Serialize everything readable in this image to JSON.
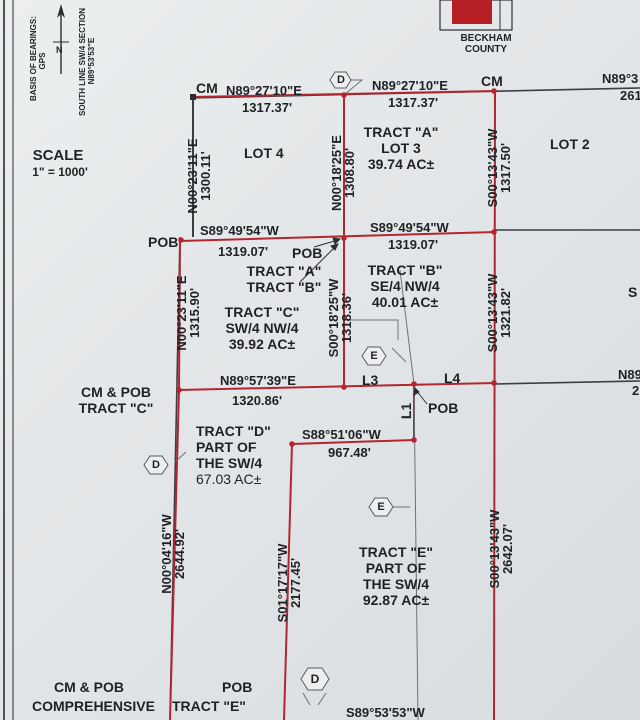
{
  "legend": {
    "basis_line1": "BASIS OF BEARINGS:",
    "basis_line2": "GPS",
    "south_line1": "SOUTH LINE SW/4 SECTION",
    "south_line2": "N89°53'53\"E",
    "north_arrow_label": "N"
  },
  "county": {
    "line1": "BECKHAM",
    "line2": "COUNTY",
    "map_fill": "#b51f24"
  },
  "scale": {
    "title": "SCALE",
    "value": "1\" = 1000'"
  },
  "corners": {
    "cm_left": "CM",
    "cm_mid": "CM"
  },
  "top_line": {
    "bearing_left": "N89°27'10\"E",
    "dist_left": "1317.37'",
    "bearing_right": "N89°27'10\"E",
    "dist_right": "1317.37'",
    "bearing_far": "N89°3",
    "dist_far": "261"
  },
  "lots": {
    "lot4": "LOT 4",
    "lot2": "LOT 2"
  },
  "tract_a": {
    "title": "TRACT \"A\"",
    "sub": "LOT 3",
    "acres": "39.74 AC±"
  },
  "left_top": {
    "bearing": "N00°23'11\"E",
    "dist": "1300.11'"
  },
  "mid_top": {
    "bearing": "N00°18'25\"E",
    "dist": "1308.80'"
  },
  "right_top": {
    "bearing": "S00°13'43\"W",
    "dist": "1317.50'"
  },
  "pob_left": "POB",
  "line_s89": {
    "bearing_left": "S89°49'54\"W",
    "dist_left": "1319.07'",
    "bearing_right": "S89°49'54\"W",
    "dist_right": "1319.07'"
  },
  "pob_mid": "POB",
  "tract_ab": {
    "line1": "TRACT \"A\"",
    "line2": "TRACT \"B\""
  },
  "tract_b": {
    "title": "TRACT \"B\"",
    "sub": "SE/4 NW/4",
    "acres": "40.01 AC±"
  },
  "right_edge_s": "S",
  "left_mid": {
    "bearing": "N00°23'11\"E",
    "dist": "1315.90'"
  },
  "tract_c": {
    "title": "TRACT \"C\"",
    "sub": "SW/4 NW/4",
    "acres": "39.92 AC±"
  },
  "mid_mid": {
    "bearing": "S00°18'25\"W",
    "dist": "1318.36'"
  },
  "right_mid": {
    "bearing": "S00°13'43\"W",
    "dist": "1321.82'"
  },
  "symbols": {
    "d": "D",
    "e": "E"
  },
  "cm_pob_c": {
    "line1": "CM & POB",
    "line2": "TRACT \"C\""
  },
  "line_n8957": {
    "bearing": "N89°57'39\"E",
    "dist": "1320.86'",
    "l3": "L3",
    "l4": "L4"
  },
  "right_edge_n": {
    "line1": "N89",
    "line2": "2"
  },
  "l1": "L1",
  "pob_center": "POB",
  "tract_d": {
    "title": "TRACT \"D\"",
    "sub1": "PART OF",
    "sub2": "THE SW/4",
    "acres": "67.03 AC±"
  },
  "line_s8851": {
    "bearing": "S88°51'06\"W",
    "dist": "967.48'"
  },
  "left_bottom": {
    "bearing": "N00°04'16\"W",
    "dist": "2644.92'"
  },
  "d_line": {
    "bearing": "S01°17'17\"W",
    "dist": "2177.45'"
  },
  "tract_e": {
    "title": "TRACT \"E\"",
    "sub1": "PART OF",
    "sub2": "THE SW/4",
    "acres": "92.87 AC±"
  },
  "right_bottom": {
    "bearing": "S00°13'43\"W",
    "dist": "2642.07'"
  },
  "bottom": {
    "cm_pob": "CM & POB",
    "comprehensive": "COMPREHENSIVE",
    "pob": "POB",
    "tract_e": "TRACT \"E\"",
    "bearing": "S89°53'53\"W"
  },
  "colors": {
    "boundary_red": "#b3262e",
    "line_dark": "#3b3f44",
    "ink": "#1f2124"
  }
}
